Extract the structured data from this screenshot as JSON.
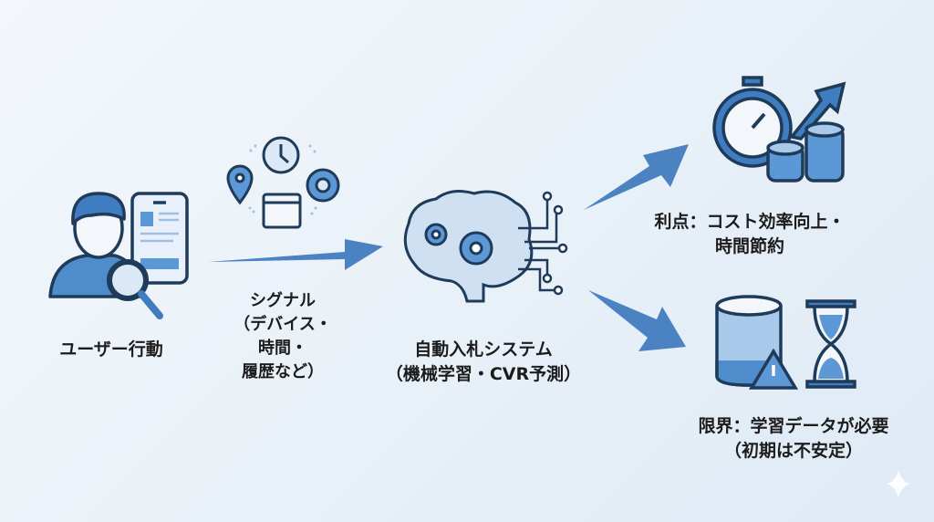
{
  "colors": {
    "primary": "#3f7cc0",
    "dark": "#1f3b5a",
    "light": "#a9c9ea",
    "arrow": "#4a82c2"
  },
  "nodes": {
    "user": {
      "label": "ユーザー行動",
      "icon": "user-with-phone-and-magnifier-icon"
    },
    "signal": {
      "lines": [
        "シグナル",
        "（デバイス・",
        "時間・",
        "履歴など）"
      ],
      "icon": "signal-icons-cluster"
    },
    "system": {
      "lines": [
        "自動入札システム",
        "（機械学習・CVR予測）"
      ],
      "icon": "ai-brain-gears-icon"
    },
    "benefit": {
      "lines": [
        "利点：コスト効率向上・",
        "時間節約"
      ],
      "icon": "stopwatch-coins-growth-icon"
    },
    "limit": {
      "lines": [
        "限界：学習データが必要",
        "（初期は不安定）"
      ],
      "icon": "database-warning-hourglass-icon"
    }
  }
}
